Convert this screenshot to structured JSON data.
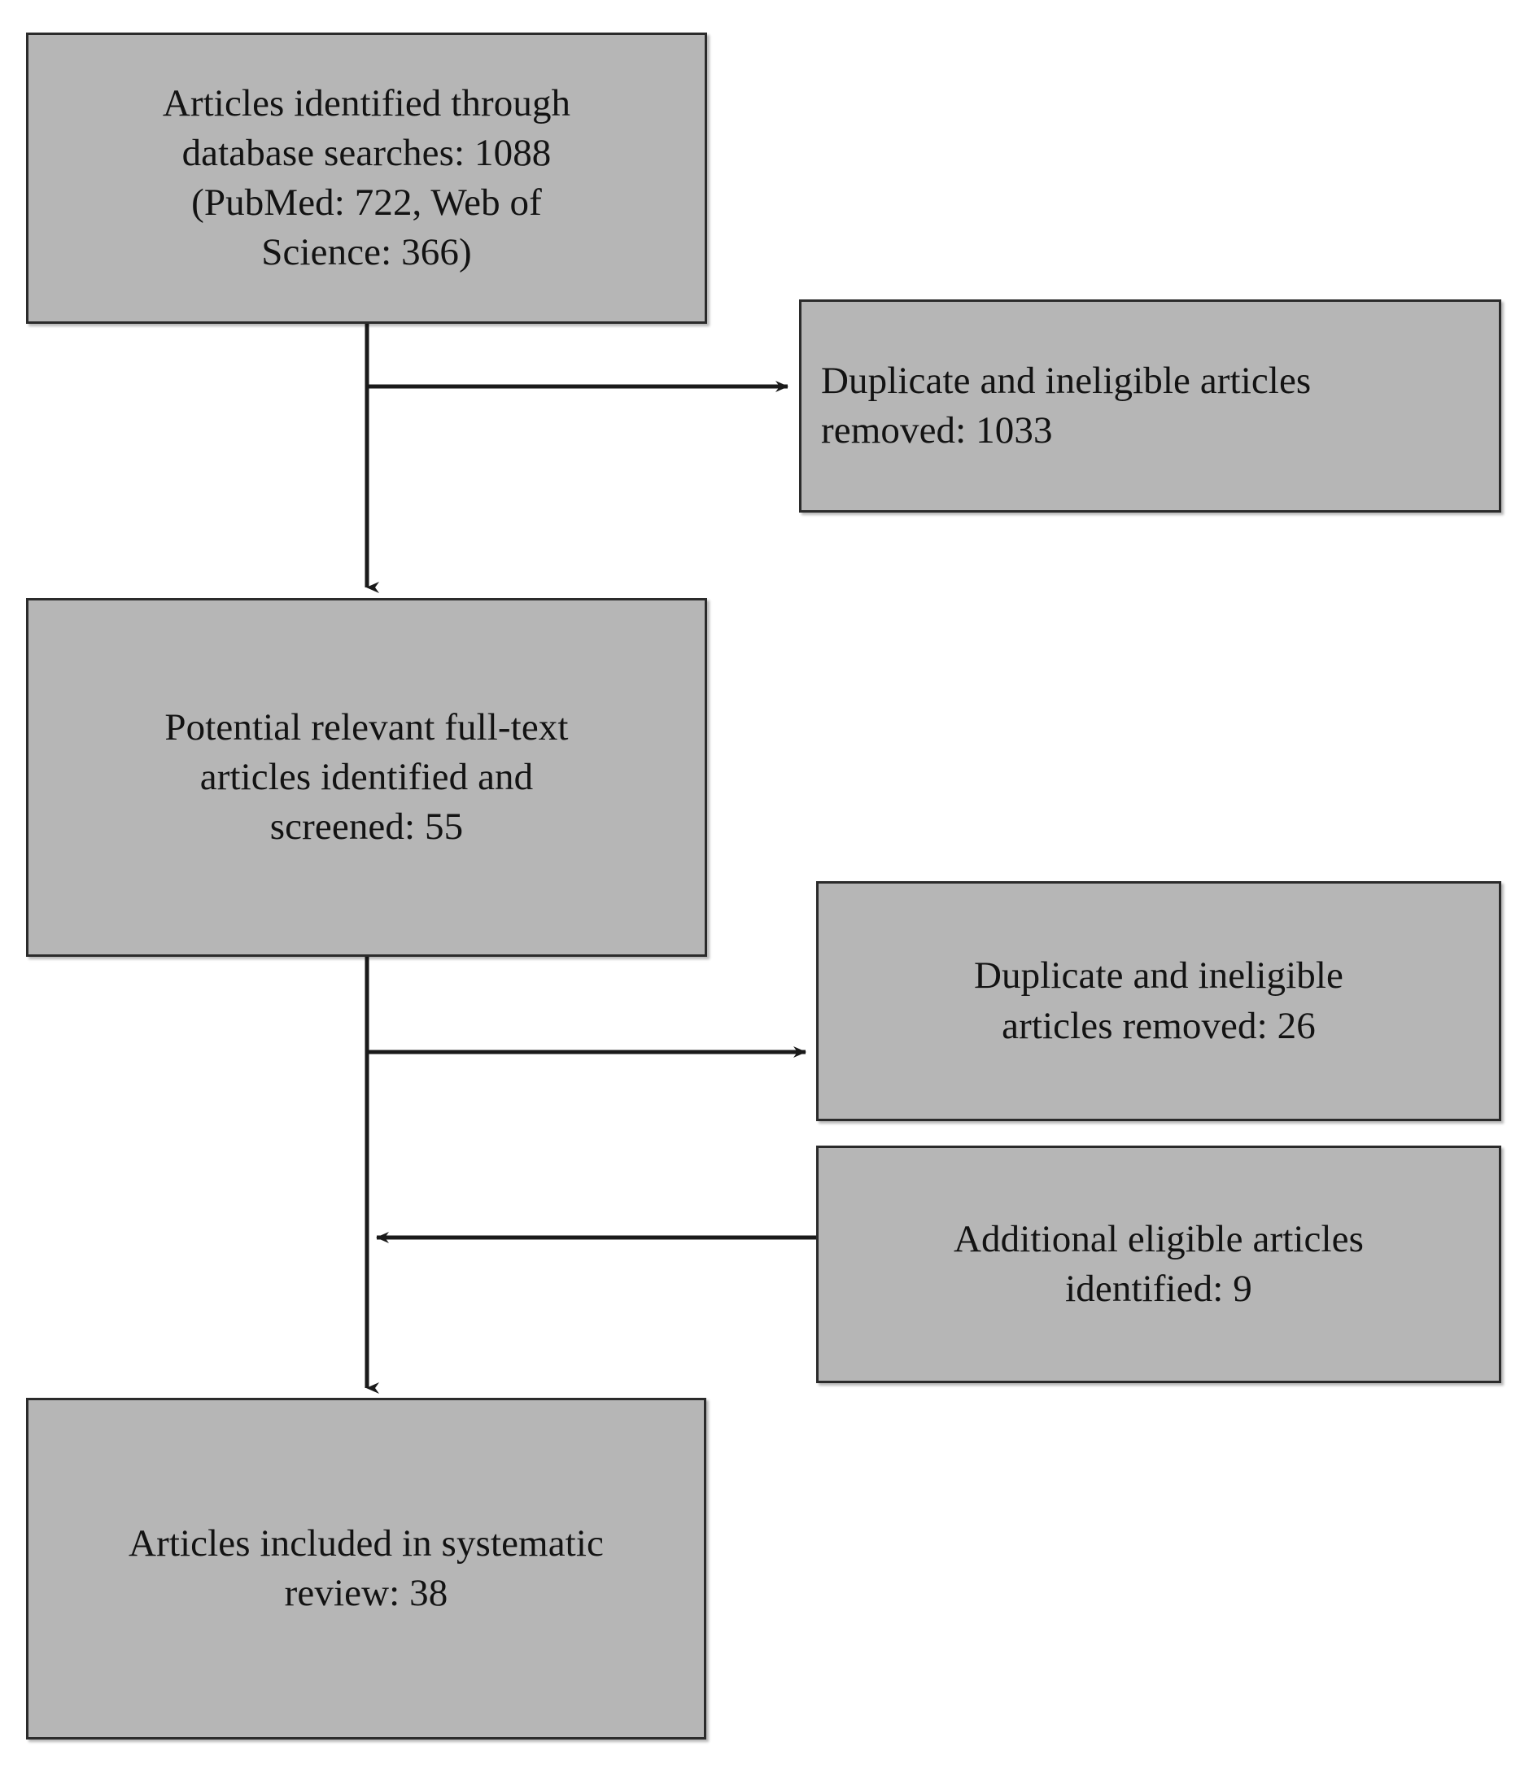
{
  "diagram": {
    "type": "prisma-flow-diagram",
    "background_color": "#ffffff",
    "box_fill_color": "#b6b6b6",
    "box_border_color": "#2b2b2b",
    "text_color": "#131313",
    "connector_color": "#1a1a1a"
  },
  "boxes": {
    "identified": {
      "text": "Articles identified through\ndatabase searches: 1088\n(PubMed: 722, Web of\nScience: 366)",
      "align": "center",
      "count": 1088,
      "sources": [
        {
          "name": "PubMed",
          "count": 722
        },
        {
          "name": "Web of Science",
          "count": 366
        }
      ]
    },
    "duplicates_removed_1": {
      "text": "Duplicate and ineligible articles\nremoved: 1033",
      "align": "left",
      "count": 1033
    },
    "screened": {
      "text": "Potential relevant full-text\narticles identified and\nscreened: 55",
      "align": "center",
      "count": 55
    },
    "duplicates_removed_2": {
      "text": "Duplicate and ineligible\narticles removed: 26",
      "align": "center",
      "count": 26
    },
    "additional_identified": {
      "text": "Additional eligible articles\nidentified: 9",
      "align": "center",
      "count": 9
    },
    "included": {
      "text": "Articles included in systematic\nreview: 38",
      "align": "center",
      "count": 38
    }
  },
  "connectors": [
    {
      "name": "identified-to-screened",
      "from": "identified",
      "to": "screened",
      "direction": "down"
    },
    {
      "name": "identified-to-removed-1",
      "from": "identified",
      "to": "duplicates_removed_1",
      "direction": "right"
    },
    {
      "name": "screened-to-removed-2",
      "from": "screened",
      "to": "duplicates_removed_2",
      "direction": "right"
    },
    {
      "name": "additional-to-spine",
      "from": "additional_identified",
      "to": "included",
      "direction": "left"
    },
    {
      "name": "screened-to-included",
      "from": "screened",
      "to": "included",
      "direction": "down"
    }
  ]
}
